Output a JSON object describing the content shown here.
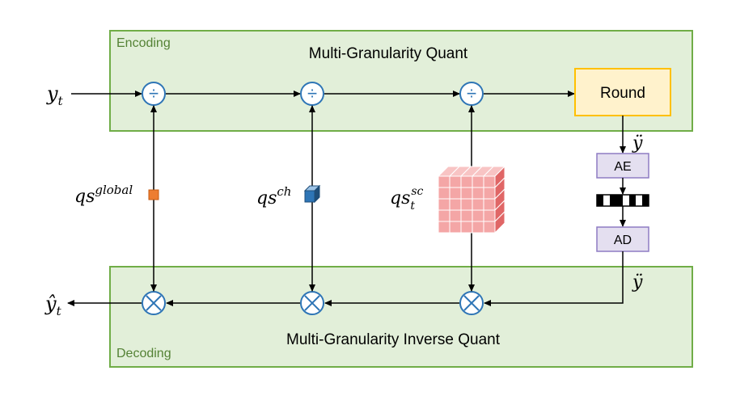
{
  "encoding": {
    "tag": "Encoding",
    "title": "Multi-Granularity Quant"
  },
  "decoding": {
    "tag": "Decoding",
    "title": "Multi-Granularity Inverse Quant"
  },
  "blocks": {
    "round": "Round",
    "ae": "AE",
    "ad": "AD"
  },
  "symbols": {
    "input": {
      "base": "y",
      "sub": "t"
    },
    "output": {
      "base": "ŷ",
      "sub": "t"
    },
    "y_ddot": "ÿ",
    "qs_global": {
      "base": "qs",
      "sup": "global"
    },
    "qs_ch": {
      "base": "qs",
      "sup": "ch"
    },
    "qs_sc": {
      "base": "qs",
      "sup": "sc",
      "sub": "t"
    }
  },
  "operators": {
    "divide": "÷",
    "multiply": "×"
  },
  "colors": {
    "box_fill": "#e2efd9",
    "box_stroke": "#70ad47",
    "tag_text": "#548235",
    "round_fill": "#fff2cc",
    "round_stroke": "#ffc000",
    "codec_fill": "#e4dff0",
    "codec_stroke": "#8e7cc3",
    "operator_stroke": "#2e75b6",
    "cube_orange": "#ed7d31",
    "cube_blue": "#2e75b6",
    "tensor_red": "#f08080"
  }
}
